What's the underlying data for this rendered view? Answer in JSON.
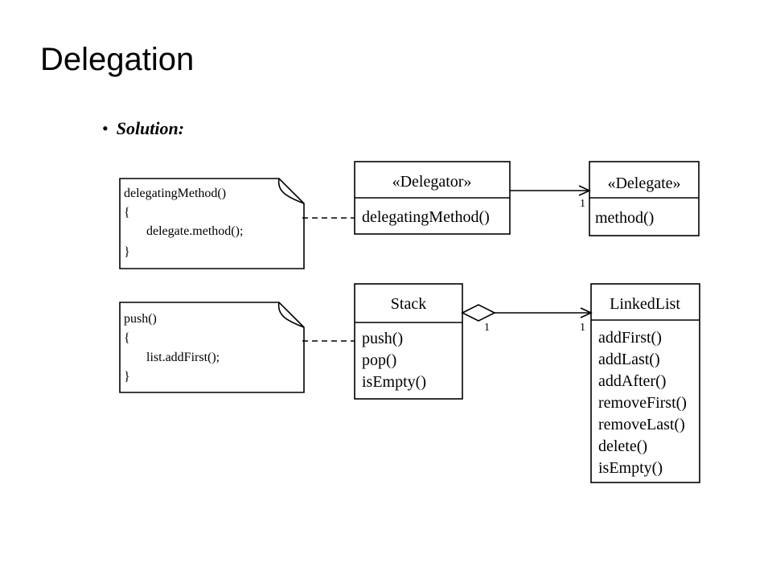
{
  "slide": {
    "title": "Delegation",
    "bullet": "Solution:"
  },
  "diagram": {
    "top": {
      "note_lines": [
        "delegatingMethod()",
        "{",
        "delegate.method();",
        "}"
      ],
      "delegator": {
        "stereotype": "«Delegator»",
        "methods": [
          "delegatingMethod()"
        ]
      },
      "delegate": {
        "stereotype": "«Delegate»",
        "methods": [
          "method()"
        ]
      },
      "multiplicity": "1"
    },
    "bottom": {
      "note_lines": [
        "push()",
        "{",
        "list.addFirst();",
        "}"
      ],
      "stack": {
        "name": "Stack",
        "methods": [
          "push()",
          "pop()",
          "isEmpty()"
        ]
      },
      "linkedlist": {
        "name": "LinkedList",
        "methods": [
          "addFirst()",
          "addLast()",
          "addAfter()",
          "removeFirst()",
          "removeLast()",
          "delete()",
          "isEmpty()"
        ]
      },
      "multiplicity_stack": "1",
      "multiplicity_list": "1"
    }
  }
}
